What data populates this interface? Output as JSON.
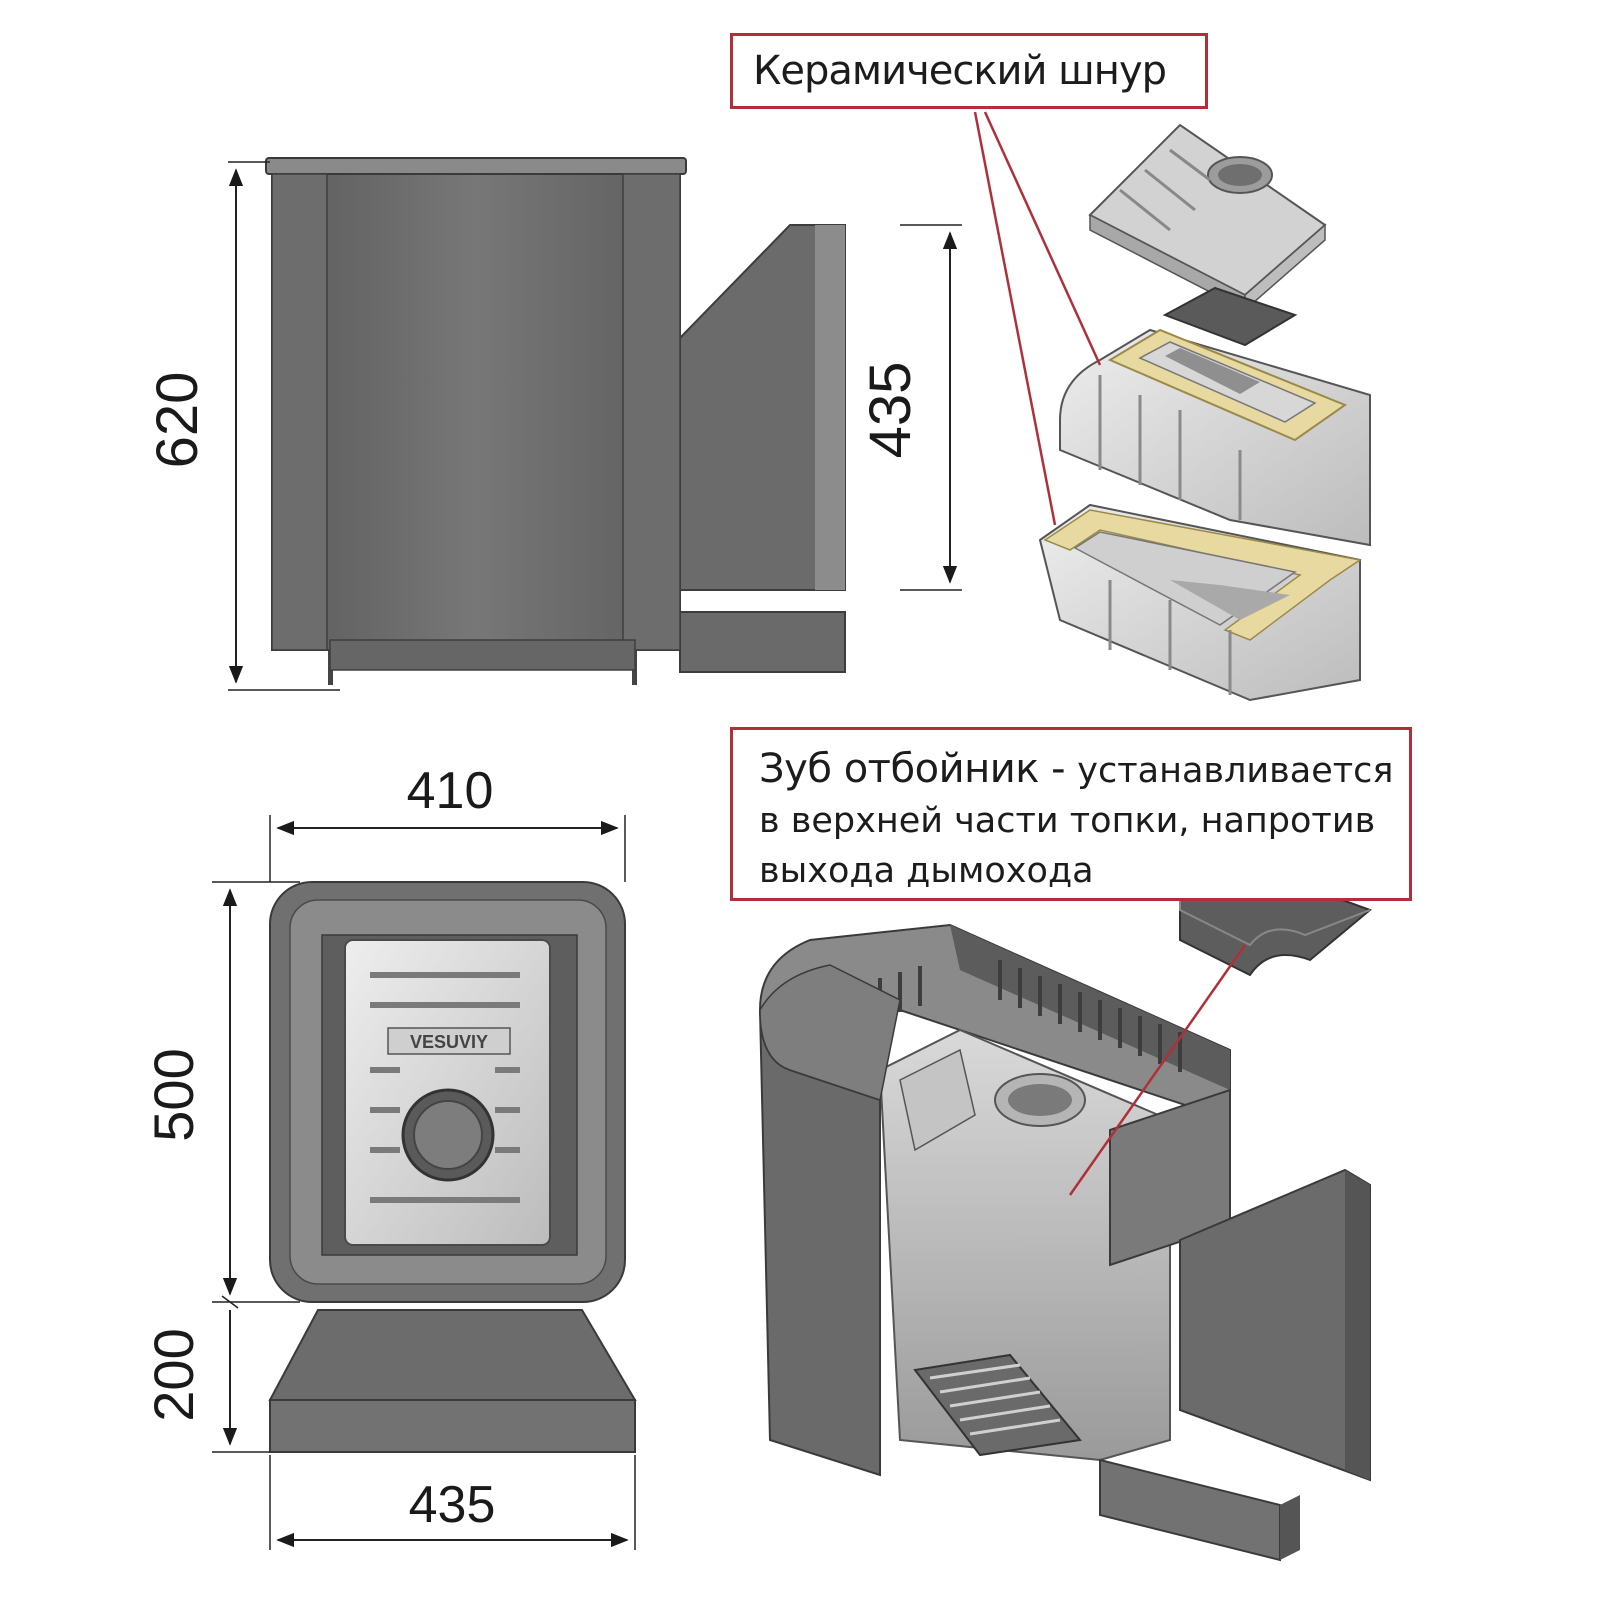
{
  "dimensions": {
    "side_height": "620",
    "side_step_height": "435",
    "top_width": "410",
    "top_depth": "500",
    "top_step_depth": "200",
    "top_step_width": "435"
  },
  "callouts": {
    "ceramic_cord": "Керамический шнур",
    "tooth_title": "Зуб отбойник",
    "tooth_dash": " - ",
    "tooth_text_1": "устанавливается",
    "tooth_text_2": "в верхней части топки, напротив",
    "tooth_text_3": "выхода дымохода"
  },
  "brand_logo": "VESUVIY",
  "colors": {
    "callout_border": "#b0303a",
    "stove_body": "#6d6d6d",
    "casting_light": "#d6d6d6",
    "ceramic_cord": "#e7d9a0"
  }
}
